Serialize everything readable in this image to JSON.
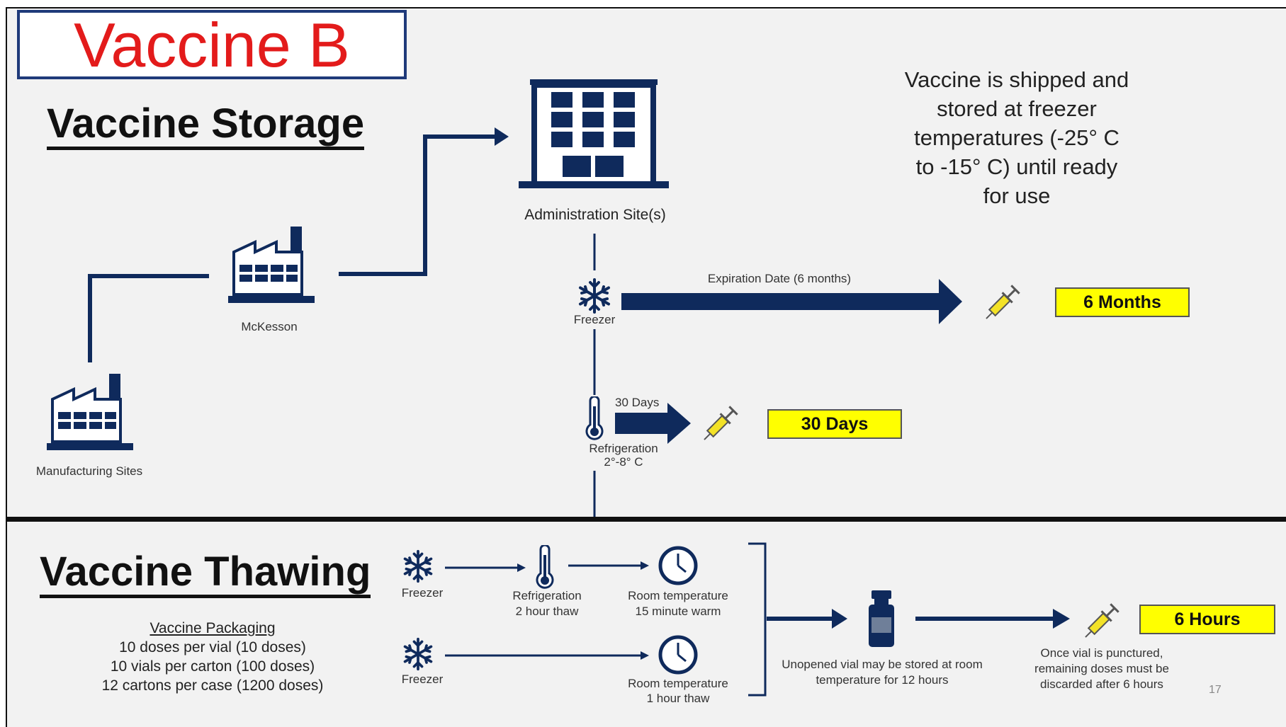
{
  "title": "Vaccine B",
  "storage": {
    "heading": "Vaccine Storage",
    "manufacturing_label": "Manufacturing Sites",
    "mckesson_label": "McKesson",
    "admin_label": "Administration  Site(s)",
    "description": [
      "Vaccine is shipped and",
      "stored at freezer",
      "temperatures (-25° C",
      "to -15° C) until ready",
      "for use"
    ],
    "freezer_label": "Freezer",
    "expiration_label": "Expiration Date (6 months)",
    "badge_months": "6 Months",
    "refrigeration_label": "Refrigeration",
    "refrigeration_temp": "2°-8° C",
    "days_arrow_label": "30 Days",
    "badge_days": "30 Days"
  },
  "thawing": {
    "heading": "Vaccine Thawing",
    "packaging_title": "Vaccine Packaging",
    "packaging_lines": [
      "10 doses per vial (10 doses)",
      "10 vials per carton (100 doses)",
      "12 cartons per case (1200 doses)"
    ],
    "row1": {
      "freezer": "Freezer",
      "refrigeration": "Refrigeration",
      "refrigeration_time": "2 hour thaw",
      "room": "Room temperature",
      "room_time": "15 minute warm"
    },
    "row2": {
      "freezer": "Freezer",
      "room": "Room temperature",
      "room_time": "1 hour thaw"
    },
    "vial_note": [
      "Unopened vial may be stored at room",
      "temperature for 12 hours"
    ],
    "punctured_note": [
      "Once vial is punctured,",
      "remaining doses must be",
      "discarded after 6 hours"
    ],
    "badge_hours": "6 Hours"
  },
  "page_number": "17",
  "colors": {
    "navy": "#0f2a5c",
    "title_red": "#e31b1b",
    "badge_yellow": "#ffff00",
    "syringe_yellow": "#f3e227"
  }
}
